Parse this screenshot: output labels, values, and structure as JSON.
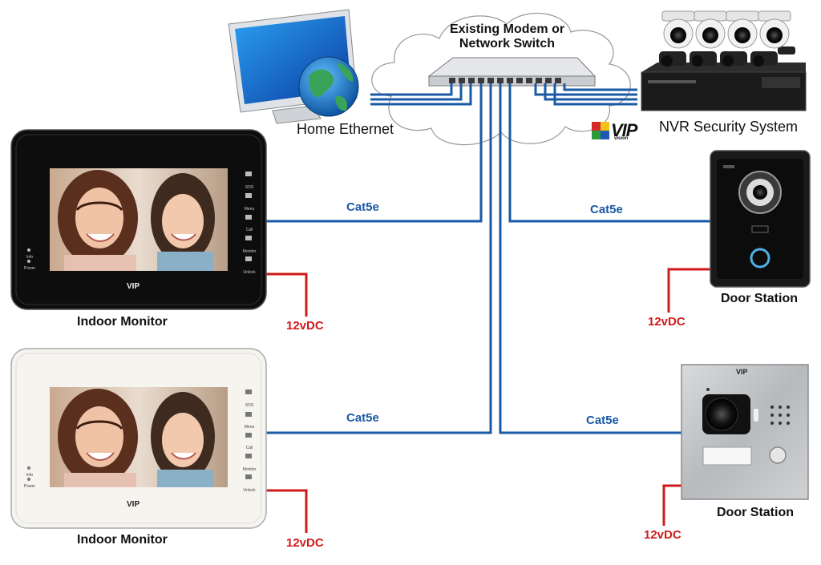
{
  "cloud": {
    "line1": "Existing Modem or",
    "line2": "Network Switch"
  },
  "home_ethernet": "Home Ethernet",
  "nvr": {
    "brand": "VIP",
    "brand_sub": "vision",
    "label": "NVR Security System"
  },
  "indoor_monitor_black": {
    "label": "Indoor Monitor",
    "brand": "VIP",
    "keys": [
      "SOS",
      "Menu",
      "Call",
      "Monitor",
      "Unlock"
    ],
    "left_keys": [
      "Info",
      "Power"
    ]
  },
  "indoor_monitor_white": {
    "label": "Indoor Monitor",
    "brand": "VIP",
    "keys": [
      "SOS",
      "Menu",
      "Call",
      "Monitor",
      "Unlock"
    ],
    "left_keys": [
      "Info",
      "Power"
    ]
  },
  "door_station_top": {
    "label": "Door Station"
  },
  "door_station_bottom": {
    "label": "Door Station",
    "brand": "VIP"
  },
  "cables": {
    "cat5e_1": "Cat5e",
    "cat5e_2": "Cat5e",
    "cat5e_3": "Cat5e",
    "cat5e_4": "Cat5e",
    "power_1": "12vDC",
    "power_2": "12vDC",
    "power_3": "12vDC",
    "power_4": "12vDC"
  },
  "colors": {
    "network_cable": "#1a5aa6",
    "power_cable": "#d11a1a",
    "switch_body": "#c9ccd1"
  }
}
